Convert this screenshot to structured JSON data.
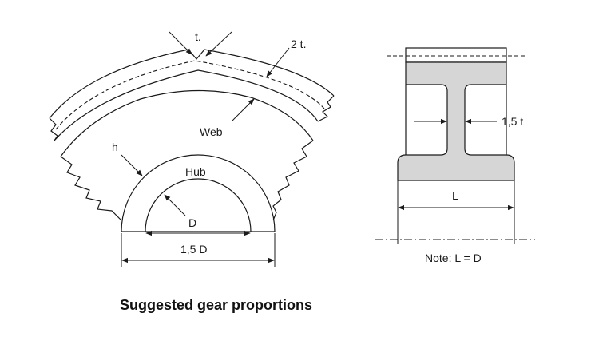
{
  "labels": {
    "t": "t.",
    "two_t": "2 t.",
    "web": "Web",
    "h": "h",
    "hub": "Hub",
    "d": "D",
    "one_five_d": "1,5 D",
    "one_five_t": "1,5 t",
    "l": "L",
    "note": "Note: L = D"
  },
  "caption": "Suggested gear proportions",
  "colors": {
    "line": "#1a1a1a",
    "section_fill": "#d6d6d6",
    "background": "#ffffff"
  }
}
